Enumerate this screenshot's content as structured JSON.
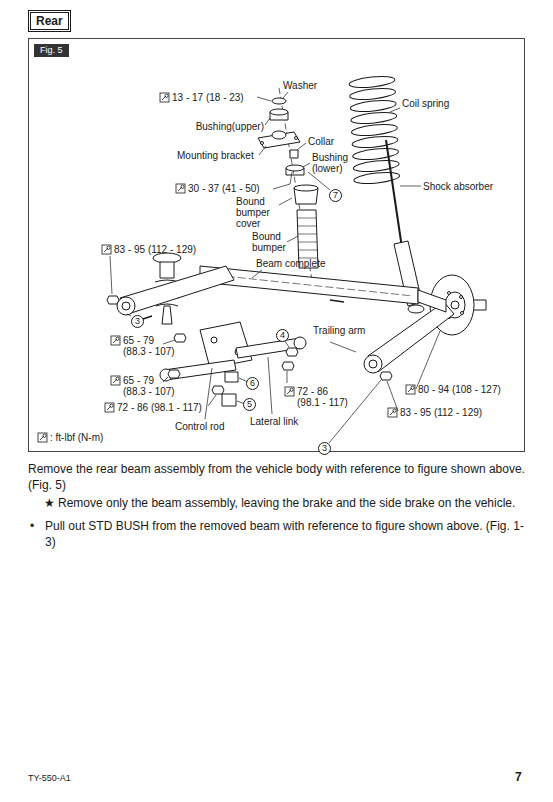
{
  "diagram": {
    "nodes": [
      {
        "text": [
          "Rear"
        ]
      },
      {
        "text": [
          "Fig. 5"
        ]
      }
    ],
    "labels": [
      "13 - 17 (18 - 23)",
      "Washer",
      "Bushing(upper)",
      "Mounting bracket",
      "Collar",
      "Bushing (lower)",
      "7",
      "30 - 37 (41 - 50)",
      "Bound bumper cover",
      "Bound bumper",
      "Coil spring",
      "Shock absorber",
      "83 - 95 (112 - 129)",
      "Beam complete",
      "3",
      "65 - 79 (88.3 - 107)",
      "65 - 79 (88.3 - 107)",
      "72 - 86 (98.1 - 117)",
      "4",
      "Trailing arm",
      "6",
      "5",
      "72 - 86 (98.1 - 117)",
      "Control rod",
      "Lateral link",
      "3",
      "80 - 94 (108 - 127)",
      "83 - 95 (112 - 129)",
      ": ft-lbf (N-m)",
      "Remove the rear beam assembly from the vehicle body with reference to figure shown above. (Fig. 5)",
      "★",
      "Remove only the beam assembly, leaving the brake and the side brake on the vehicle.",
      "•",
      "Pull out STD BUSH from the removed beam with reference to figure shown above. (Fig. 1-3)",
      "TY-550-A1",
      "7"
    ]
  }
}
